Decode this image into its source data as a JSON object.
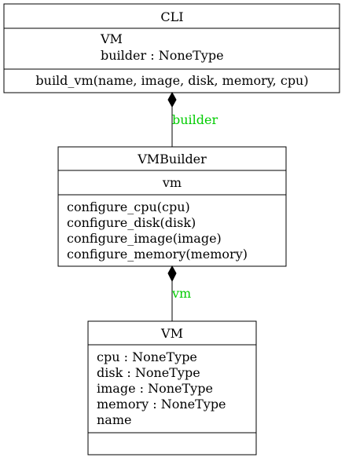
{
  "diagram": {
    "edge_label_color": "#00cc00",
    "line_color": "#000000",
    "classes": {
      "cli": {
        "name": "CLI",
        "attributes": [
          "VM",
          "builder : NoneType"
        ],
        "methods": [
          "build_vm(name, image, disk, memory, cpu)"
        ]
      },
      "vmbuilder": {
        "name": "VMBuilder",
        "attributes": [
          "vm"
        ],
        "methods": [
          "configure_cpu(cpu)",
          "configure_disk(disk)",
          "configure_image(image)",
          "configure_memory(memory)"
        ]
      },
      "vm": {
        "name": "VM",
        "attributes": [
          "cpu : NoneType",
          "disk : NoneType",
          "image : NoneType",
          "memory : NoneType",
          "name"
        ],
        "methods": []
      }
    },
    "edges": {
      "builder": {
        "label": "builder",
        "from": "VMBuilder",
        "to": "CLI",
        "type": "composition"
      },
      "vm": {
        "label": "vm",
        "from": "VM",
        "to": "VMBuilder",
        "type": "composition"
      }
    }
  }
}
